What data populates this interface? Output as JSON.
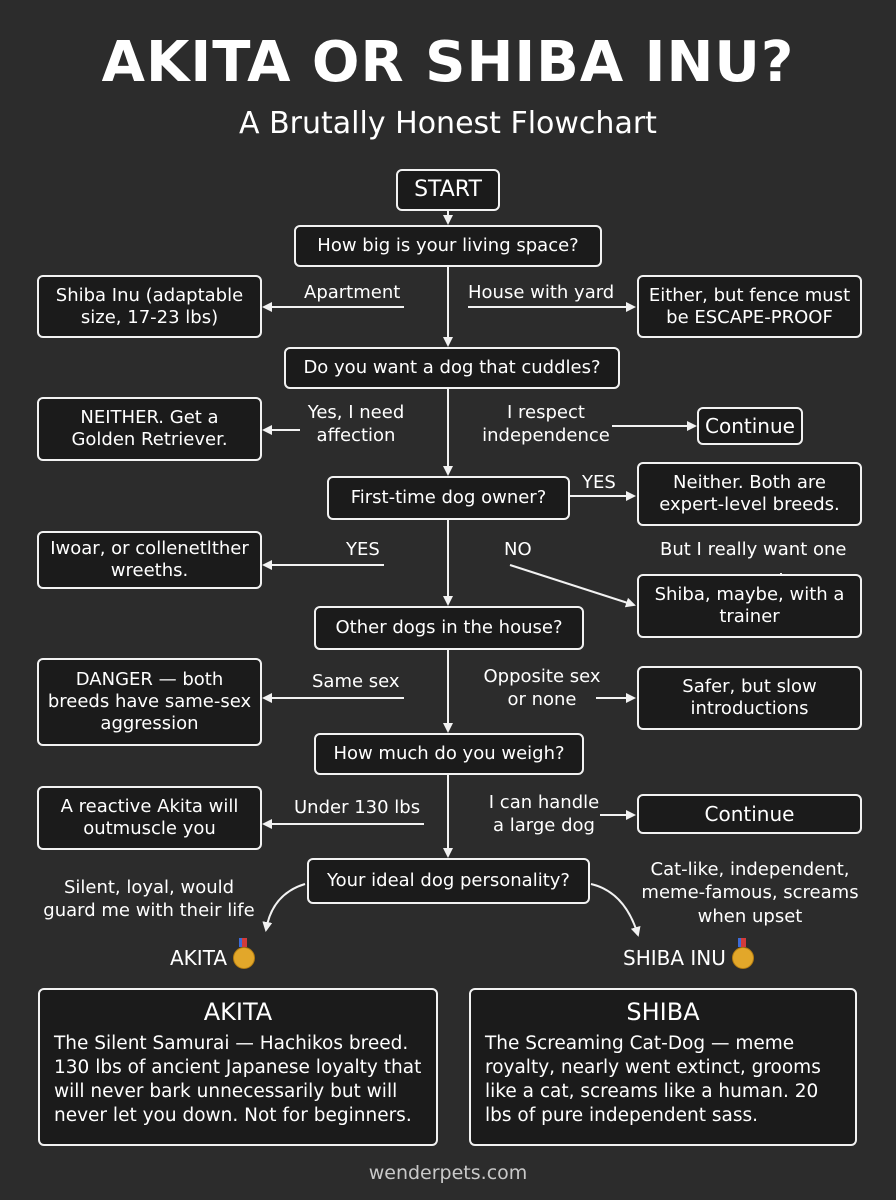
{
  "header": {
    "title": "AKITA OR SHIBA INU?",
    "subtitle": "A Brutally Honest Flowchart"
  },
  "start": "START",
  "q1": {
    "question": "How big is your living space?",
    "left_label": "Apartment",
    "left_result": "Shiba Inu (adaptable size, 17-23 lbs)",
    "right_label": "House with yard",
    "right_result": "Either, but fence must be ESCAPE-PROOF"
  },
  "q2": {
    "question": "Do you want a dog that cuddles?",
    "left_label": "Yes, I need affection",
    "left_result": "NEITHER. Get a Golden Retriever.",
    "right_label": "I respect independence",
    "right_result": "Continue"
  },
  "q3": {
    "question": "First-time dog owner?",
    "yes_right_label": "YES",
    "yes_right_result": "Neither. Both are expert-level breeds.",
    "left_label": "YES",
    "left_result": "Iwoar, or collenetlther wreeths.",
    "no_label": "NO",
    "want_label": "But I really want one",
    "no_result": "Shiba, maybe, with a trainer"
  },
  "q4": {
    "question": "Other dogs in the house?",
    "left_label": "Same sex",
    "left_result": "DANGER — both breeds have same-sex aggression",
    "right_label": "Opposite sex or none",
    "right_result": "Safer, but slow introductions"
  },
  "q5": {
    "question": "How much do you weigh?",
    "left_label": "Under 130 lbs",
    "left_result": "A reactive Akita will outmuscle you",
    "right_label": "I can handle a large dog",
    "right_result": "Continue"
  },
  "q6": {
    "question": "Your ideal dog personality?",
    "left_label": "Silent, loyal, would guard me with their life",
    "left_breed": "AKITA",
    "right_label": "Cat-like, independent, meme-famous, screams when upset",
    "right_breed": "SHIBA INU"
  },
  "cards": {
    "akita": {
      "title": "AKITA",
      "text": "The Silent Samurai — Hachikos breed. 130 lbs of ancient Japanese loyalty that will never bark unnecessarily but will never let you down. Not for beginners."
    },
    "shiba": {
      "title": "SHIBA",
      "text": "The Screaming Cat-Dog — meme royalty, nearly went extinct, grooms like a cat, screams like a human. 20 lbs of pure independent sass."
    }
  },
  "footer": "wenderpets.com",
  "colors": {
    "background": "#2c2c2c",
    "box_fill": "#1b1b1b",
    "line": "#f2f2f2",
    "medal": "#e2a72a"
  }
}
